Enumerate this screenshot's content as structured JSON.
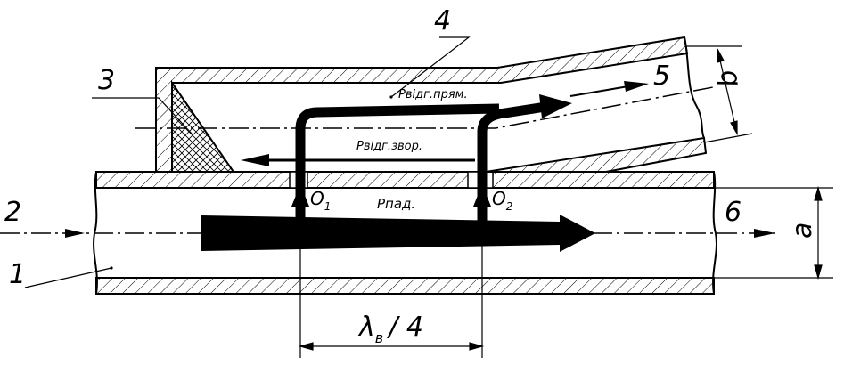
{
  "labels": {
    "n1": "1",
    "n2": "2",
    "n3": "3",
    "n4": "4",
    "n5": "5",
    "n6": "6",
    "dim_a": "a",
    "dim_b": "b",
    "o1": "O",
    "o1_sub": "1",
    "o2": "O",
    "o2_sub": "2",
    "p_fall": "Pпад.",
    "p_direct": "Pвідг.прям.",
    "p_reverse": "Pвідг.звор.",
    "lambda": "λ",
    "lambda_sub": "в",
    "lambda_rest": "/ 4"
  }
}
